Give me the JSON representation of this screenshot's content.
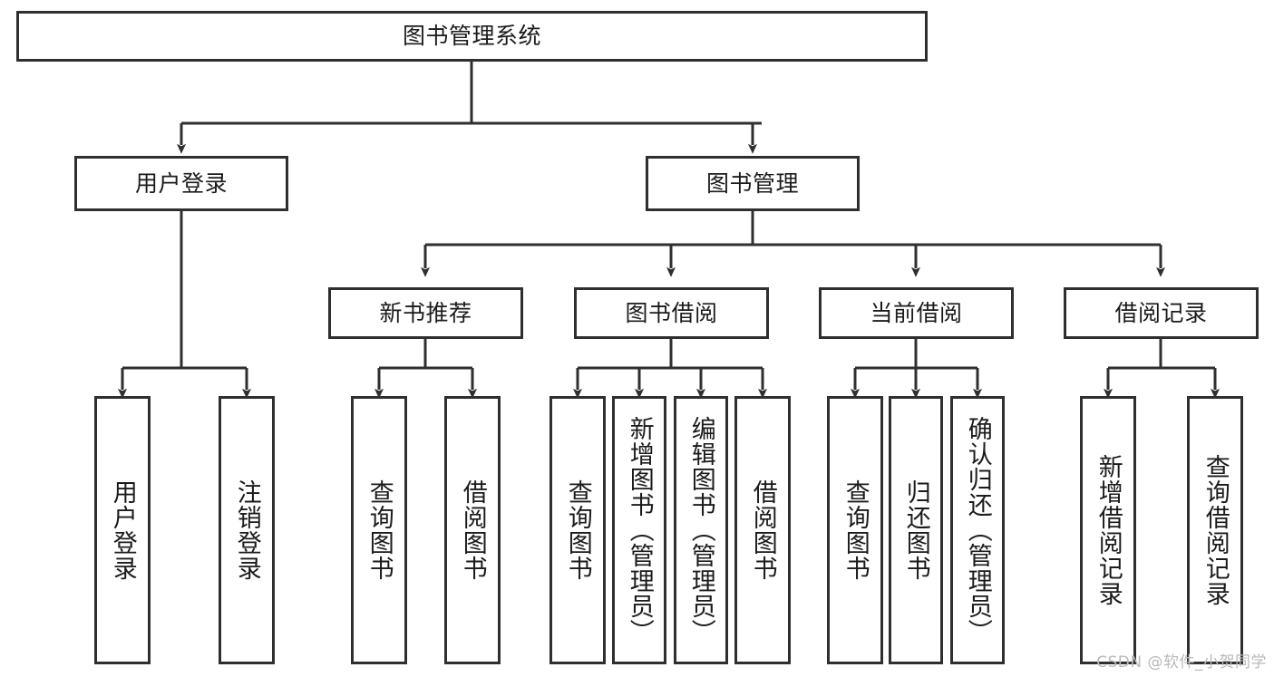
{
  "diagram": {
    "title": "图书管理系统",
    "watermark": "CSDN @软件_小贺同学",
    "colors": {
      "background": "#ffffff",
      "node_border": "#2f2f2f",
      "node_fill": "#ffffff",
      "connector": "#2f2f2f",
      "text": "#1b1b1b",
      "watermark": "#b9b9b9"
    },
    "root": {
      "label": "图书管理系统"
    },
    "level2": [
      {
        "label": "用户登录"
      },
      {
        "label": "图书管理"
      }
    ],
    "level3": [
      {
        "label": "新书推荐"
      },
      {
        "label": "图书借阅"
      },
      {
        "label": "当前借阅"
      },
      {
        "label": "借阅记录"
      }
    ],
    "leaves": {
      "user_login": [
        {
          "label": "用户登录"
        },
        {
          "label": "注销登录"
        }
      ],
      "new_book_recommend": [
        {
          "label": "查询图书"
        },
        {
          "label": "借阅图书"
        }
      ],
      "book_borrow": [
        {
          "label": "查询图书"
        },
        {
          "label": "新增图书（管理员）"
        },
        {
          "label": "编辑图书（管理员）"
        },
        {
          "label": "借阅图书"
        }
      ],
      "current_borrow": [
        {
          "label": "查询图书"
        },
        {
          "label": "归还图书"
        },
        {
          "label": "确认归还（管理员）"
        }
      ],
      "borrow_record": [
        {
          "label": "新增借阅记录"
        },
        {
          "label": "查询借阅记录"
        }
      ]
    }
  }
}
